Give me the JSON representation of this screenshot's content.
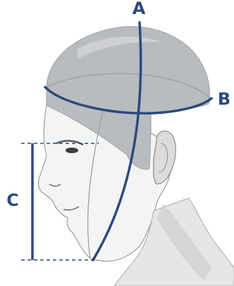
{
  "figure": {
    "labels": {
      "a": "A",
      "b": "B",
      "c": "C"
    },
    "colors": {
      "measure_line": "#2b4a7f",
      "label": "#2b4a7f",
      "helmet": "#b9bcbf",
      "skin_shadow": "#c9c9c9",
      "outline": "#8f8f8f"
    }
  }
}
